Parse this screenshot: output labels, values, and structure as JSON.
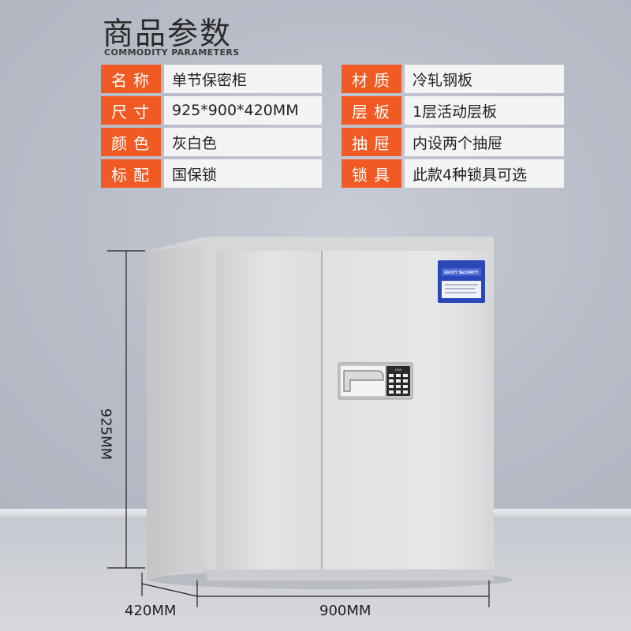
{
  "header": {
    "title": "商品参数",
    "subtitle": "COMMODITY PARAMETERS"
  },
  "params": [
    {
      "label": "名称",
      "value": "单节保密柜"
    },
    {
      "label": "材质",
      "value": "冷轧钢板"
    },
    {
      "label": "尺寸",
      "value": "925*900*420MM"
    },
    {
      "label": "层板",
      "value": "1层活动层板"
    },
    {
      "label": "颜色",
      "value": "灰白色"
    },
    {
      "label": "抽屉",
      "value": "内设两个抽屉"
    },
    {
      "label": "标配",
      "value": "国保锁"
    },
    {
      "label": "锁具",
      "value": "此款4种锁具可选"
    }
  ],
  "cabinet": {
    "sticker_brand": "ENJOY SECURITY",
    "keypad_badge": "E&B"
  },
  "dimensions": {
    "height": "925MM",
    "depth": "420MM",
    "width": "900MM"
  },
  "colors": {
    "accent": "#f15a22",
    "cabinet": "#dcdcdc",
    "sticker": "#2b47b8"
  }
}
